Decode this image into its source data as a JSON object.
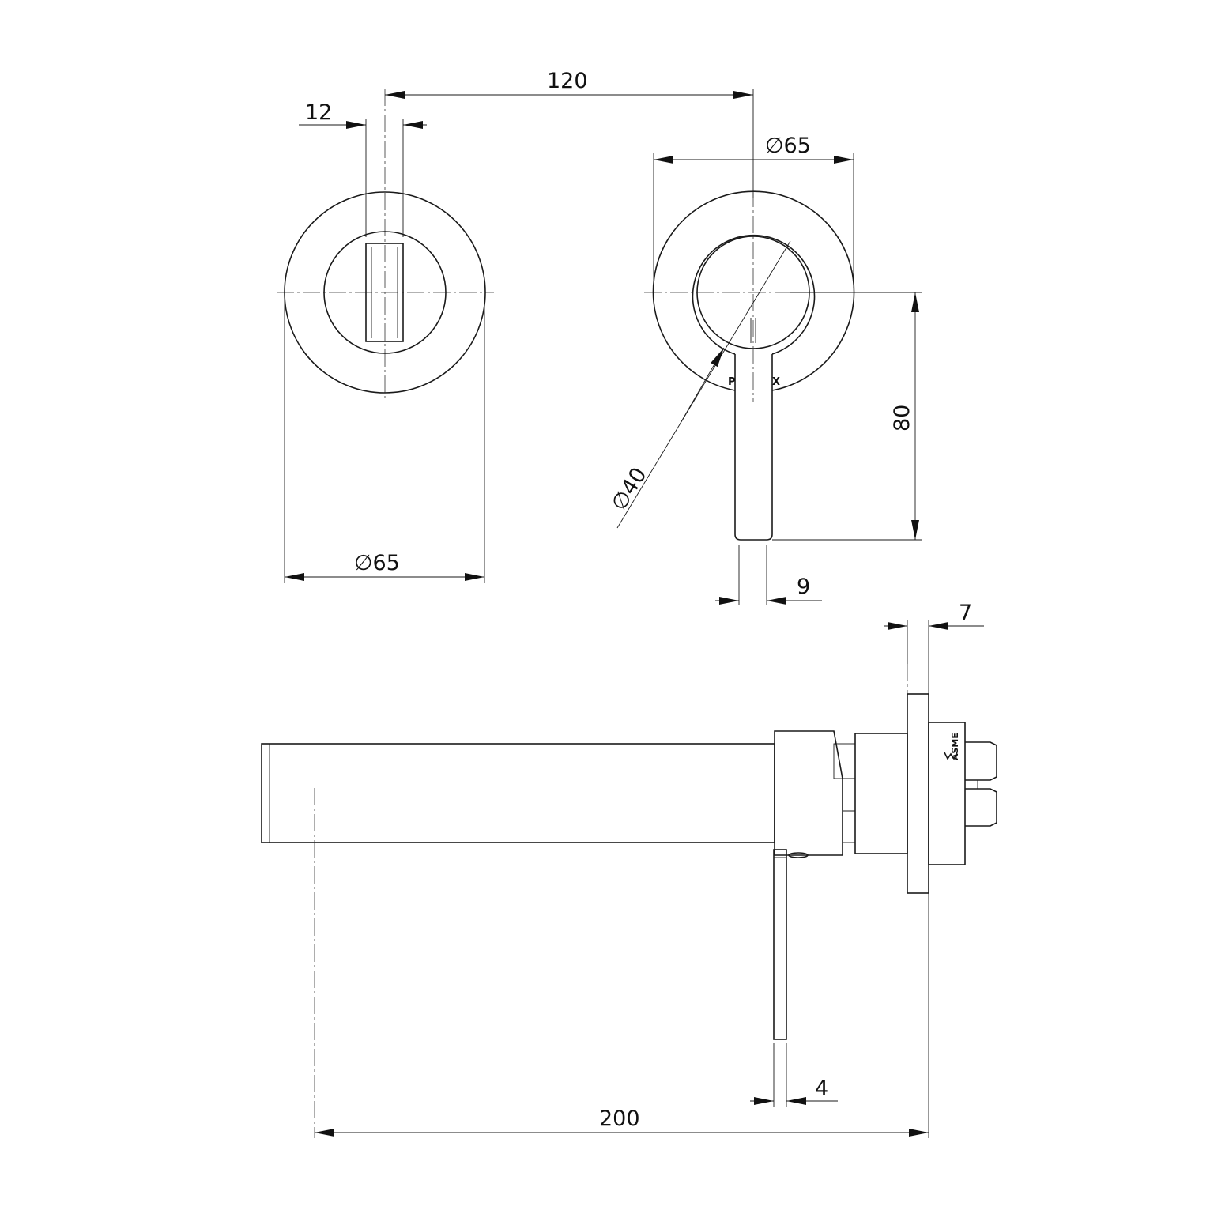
{
  "drawing": {
    "units": "mm",
    "dimensions": {
      "handle_slot_width": "12",
      "center_distance": "120",
      "plate_diameter_right": "∅65",
      "plate_diameter_left": "∅65",
      "handle_ring_diameter": "∅40",
      "lever_length": "80",
      "lever_width": "9",
      "plate_thickness": "7",
      "lever_thickness": "4",
      "spout_projection": "200"
    },
    "labels": {
      "plate_mark_left": "P",
      "plate_mark_right": "X",
      "cert_mark": "ASME"
    }
  }
}
